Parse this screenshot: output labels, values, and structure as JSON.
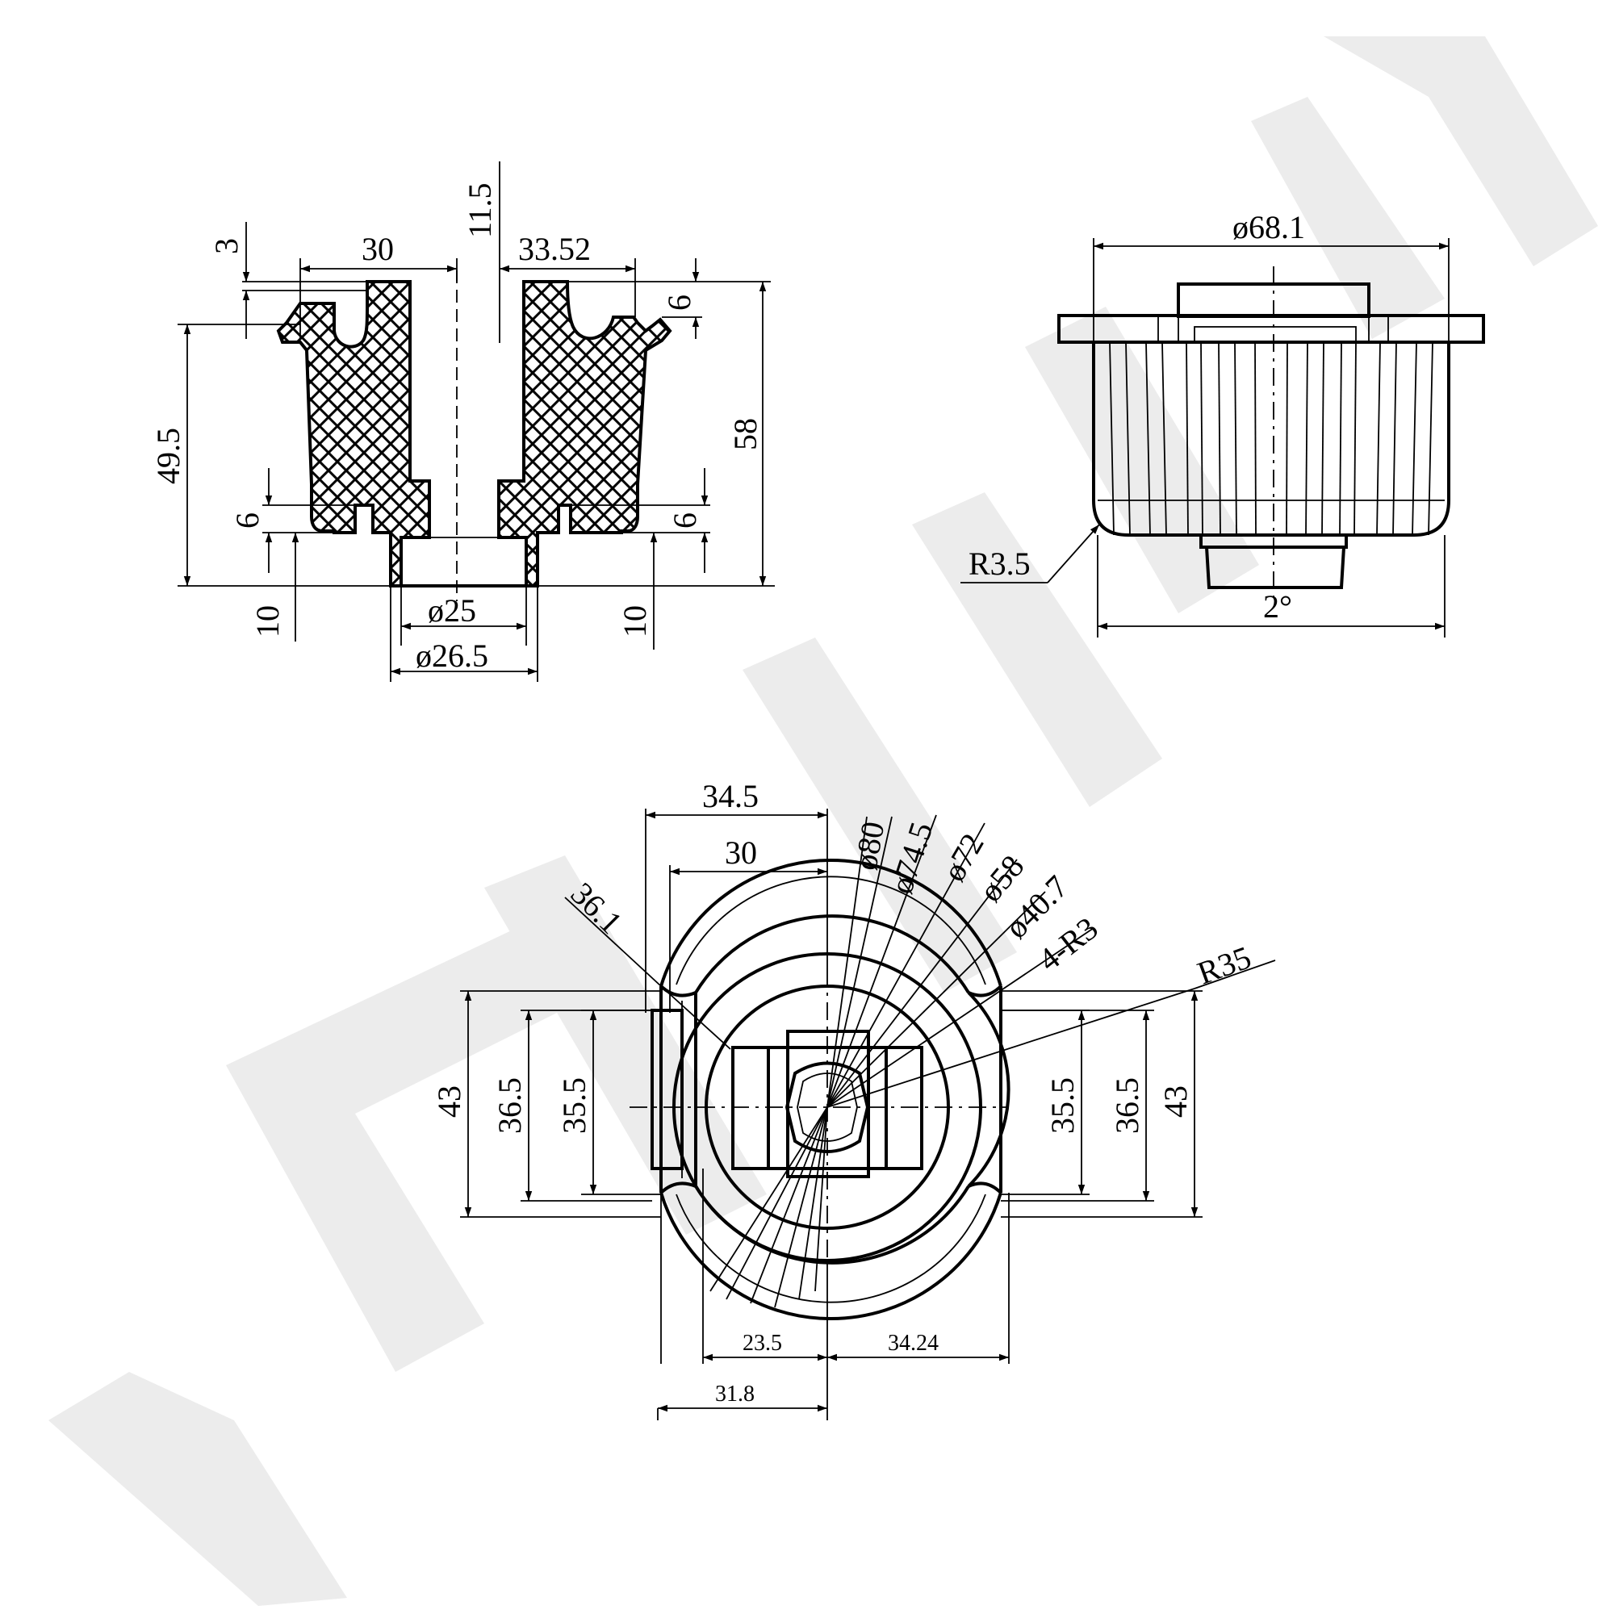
{
  "section_view": {
    "dims": {
      "d30": "30",
      "d11_5": "11.5",
      "d33_52": "33.52",
      "d3": "3",
      "d6_top": "6",
      "d49_5": "49.5",
      "d58": "58",
      "d6_left": "6",
      "d6_right": "6",
      "d10_left": "10",
      "d10_right": "10",
      "phi25": "ø25",
      "phi26_5": "ø26.5"
    }
  },
  "side_view": {
    "dims": {
      "phi68_1": "ø68.1",
      "r3_5": "R3.5",
      "angle2": "2°"
    }
  },
  "top_view": {
    "dims": {
      "d34_5": "34.5",
      "d30": "30",
      "phi80": "ø80",
      "phi74_5": "ø74.5",
      "phi72": "ø72",
      "phi58": "ø58",
      "phi40_7": "ø40.7",
      "r4_3": "4-R3",
      "r35": "R35",
      "d36_1": "36.1",
      "d43_left": "43",
      "d36_5_left": "36.5",
      "d35_5_left": "35.5",
      "d35_5_right": "35.5",
      "d36_5_right": "36.5",
      "d43_right": "43",
      "d23_5": "23.5",
      "d34_24": "34.24",
      "d31_8": "31.8"
    }
  }
}
